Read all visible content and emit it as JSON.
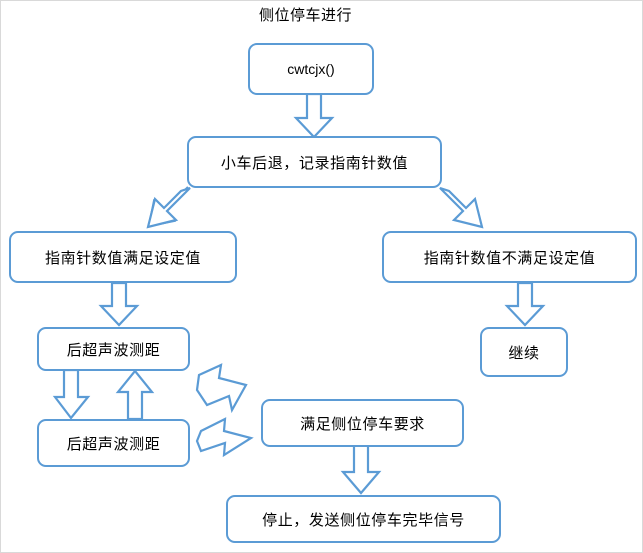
{
  "diagram": {
    "title": "侧位停车进行",
    "accent_color": "#5B9BD5",
    "background_color": "#FFFFFF",
    "text_color": "#000000",
    "type": "flowchart",
    "nodes": [
      {
        "id": "start",
        "label": "cwtcjx()"
      },
      {
        "id": "reverse",
        "label": "小车后退，记录指南针数值"
      },
      {
        "id": "compass_ok",
        "label": "指南针数值满足设定值"
      },
      {
        "id": "compass_bad",
        "label": "指南针数值不满足设定值"
      },
      {
        "id": "continue",
        "label": "继续"
      },
      {
        "id": "ultrasonic_1",
        "label": "后超声波测距"
      },
      {
        "id": "ultrasonic_2",
        "label": "后超声波测距"
      },
      {
        "id": "meet_req",
        "label": "满足侧位停车要求"
      },
      {
        "id": "stop_signal",
        "label": "停止，发送侧位停车完毕信号"
      }
    ],
    "edges": [
      {
        "from": "start",
        "to": "reverse",
        "direction": "down"
      },
      {
        "from": "reverse",
        "to": "compass_ok",
        "direction": "down-left"
      },
      {
        "from": "reverse",
        "to": "compass_bad",
        "direction": "down-right"
      },
      {
        "from": "compass_ok",
        "to": "ultrasonic_1",
        "direction": "down"
      },
      {
        "from": "compass_bad",
        "to": "continue",
        "direction": "down"
      },
      {
        "from": "ultrasonic_1",
        "to": "ultrasonic_2",
        "direction": "down"
      },
      {
        "from": "ultrasonic_2",
        "to": "ultrasonic_1",
        "direction": "up"
      },
      {
        "from": "ultrasonic_1",
        "to": "meet_req",
        "direction": "down-right"
      },
      {
        "from": "ultrasonic_2",
        "to": "meet_req",
        "direction": "right"
      },
      {
        "from": "meet_req",
        "to": "stop_signal",
        "direction": "down"
      }
    ]
  }
}
